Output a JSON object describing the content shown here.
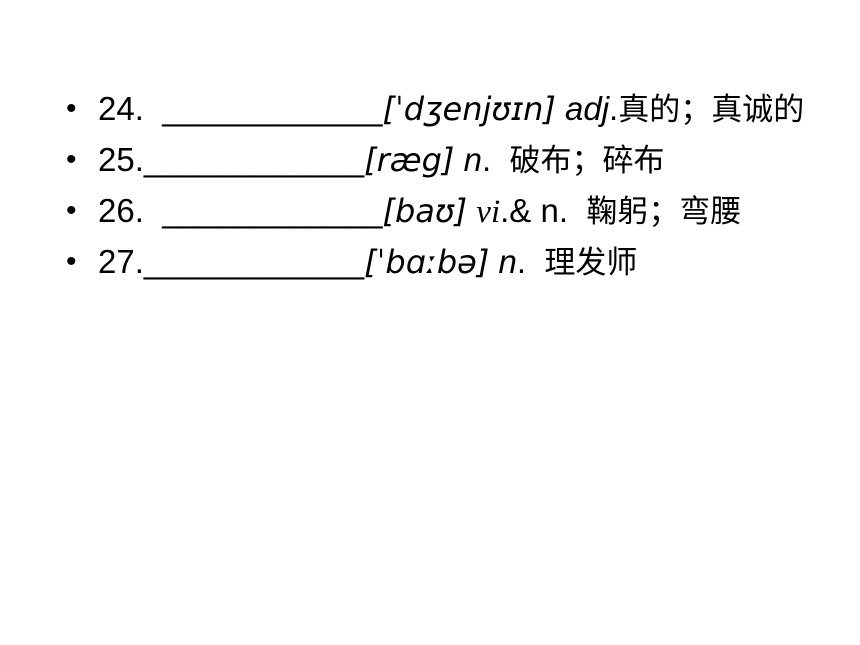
{
  "items": [
    {
      "bullet": "•",
      "number": "24.",
      "blank": "____________",
      "phonetic": "[ˈdʒenjʊɪn]",
      "pos_a": "adj",
      "pos_b": ".",
      "meaning": "真的；真诚的"
    },
    {
      "bullet": "•",
      "number": "25.",
      "blank": "____________",
      "phonetic": "[ræg]",
      "pos_a": "n",
      "pos_b": ".",
      "meaning": "破布；碎布"
    },
    {
      "bullet": "•",
      "number": "26.",
      "blank": "____________",
      "phonetic": "[baʊ]",
      "pos_a": "vi",
      "pos_b": ".& n.",
      "meaning": "鞠躬；弯腰"
    },
    {
      "bullet": "•",
      "number": "27.",
      "blank": "____________",
      "phonetic": "[ˈbɑːbə]",
      "pos_a": "n",
      "pos_b": ".",
      "meaning": "理发师"
    }
  ]
}
